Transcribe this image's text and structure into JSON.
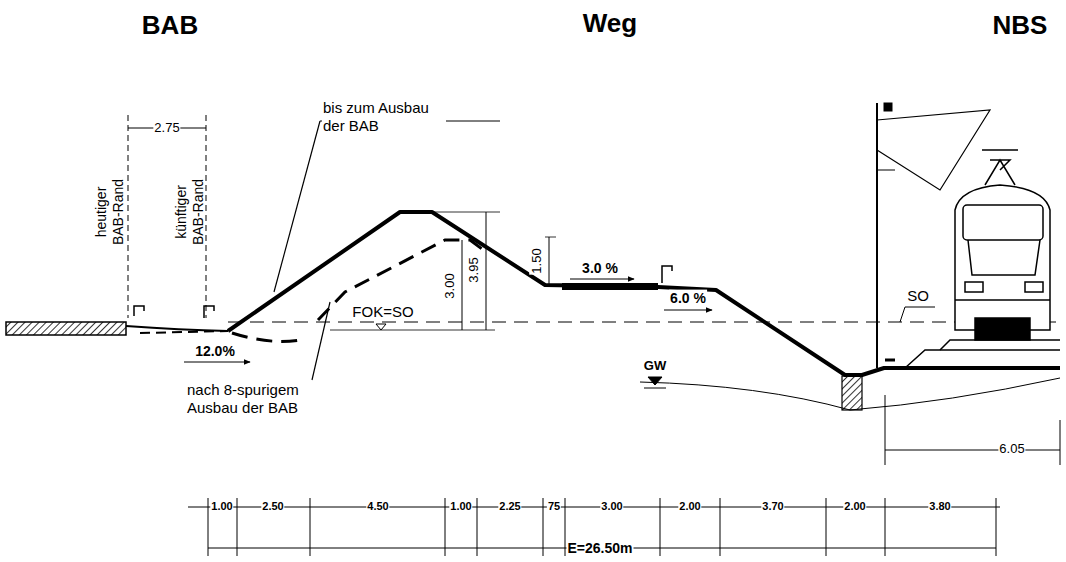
{
  "diagram": {
    "labels": [
      "BAB",
      "Weg",
      "NBS",
      "2.75",
      "heutiger BAB-Rand",
      "künftiger BAB-Rand",
      "bis zum Ausbau der BAB",
      "3.00",
      "3.95",
      "1.50",
      "3.0 %",
      "6.0 %",
      "FOK=SO",
      "SO",
      "12.0%",
      "nach 8-spurigem Ausbau der BAB",
      "GW",
      "6.05",
      "1.00",
      "2.50",
      "4.50",
      "1.00",
      "2.25",
      "75",
      "3.00",
      "2.00",
      "3.70",
      "2.00",
      "3.80",
      "E=26.50m"
    ]
  }
}
